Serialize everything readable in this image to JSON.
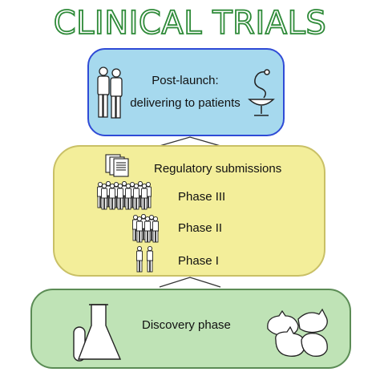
{
  "title": "CLINICAL TRIALS",
  "post_launch": {
    "line1": "Post-launch:",
    "line2": "delivering to patients",
    "people_icon": "people-icon",
    "pharmacy_icon": "bowl-of-hygieia-icon"
  },
  "clinical": {
    "regulatory": "Regulatory submissions",
    "phase3": "Phase III",
    "phase2": "Phase II",
    "phase1": "Phase I",
    "document_icon": "documents-icon",
    "crowd_icon": "people-group-icon"
  },
  "discovery": {
    "label": "Discovery phase",
    "lab_icon": "flask-test-tube-icon",
    "animals_icon": "rabbits-icon"
  },
  "colors": {
    "title_outline": "#2e8a38",
    "post_fill": "#a6d9ee",
    "post_border": "#2f4bd6",
    "clinical_fill": "#f3ee9a",
    "clinical_border": "#c9c066",
    "discovery_fill": "#bfe3b6",
    "discovery_border": "#5b8c55"
  }
}
